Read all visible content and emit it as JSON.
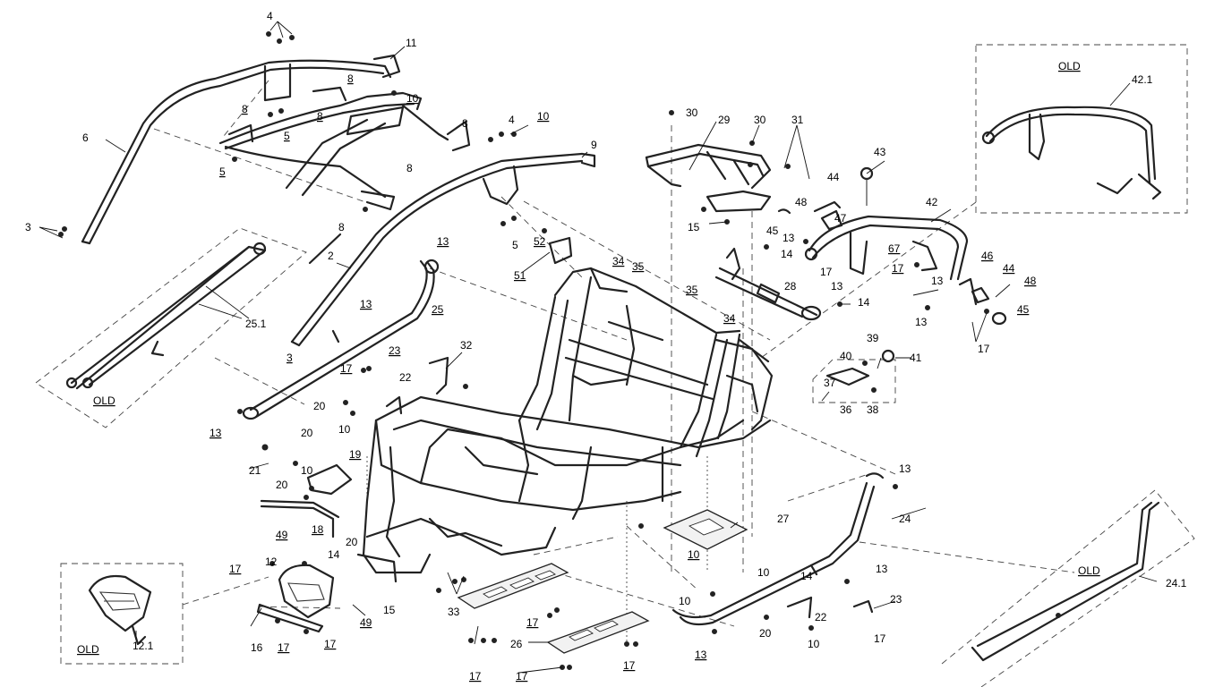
{
  "diagram": {
    "callouts": [
      {
        "id": "c1",
        "text": "4"
      },
      {
        "id": "c2",
        "text": "11"
      },
      {
        "id": "c3",
        "text": "8"
      },
      {
        "id": "c4",
        "text": "10"
      },
      {
        "id": "c5",
        "text": "8"
      },
      {
        "id": "c6",
        "text": "8"
      },
      {
        "id": "c7",
        "text": "5"
      },
      {
        "id": "c8",
        "text": "6"
      },
      {
        "id": "c9",
        "text": "5"
      },
      {
        "id": "c10",
        "text": "8"
      },
      {
        "id": "c11",
        "text": "8"
      },
      {
        "id": "c12",
        "text": "3"
      },
      {
        "id": "c13",
        "text": "4"
      },
      {
        "id": "c14",
        "text": "10"
      },
      {
        "id": "c15",
        "text": "9"
      },
      {
        "id": "c16",
        "text": "8"
      },
      {
        "id": "c17",
        "text": "5"
      },
      {
        "id": "c18",
        "text": "2"
      },
      {
        "id": "c19",
        "text": "13"
      },
      {
        "id": "c20",
        "text": "52"
      },
      {
        "id": "c21",
        "text": "51"
      },
      {
        "id": "c22",
        "text": "13"
      },
      {
        "id": "c23",
        "text": "25"
      },
      {
        "id": "c24",
        "text": "25.1"
      },
      {
        "id": "c25",
        "text": "3"
      },
      {
        "id": "c26",
        "text": "23"
      },
      {
        "id": "c27",
        "text": "32"
      },
      {
        "id": "c28",
        "text": "17"
      },
      {
        "id": "c29",
        "text": "22"
      },
      {
        "id": "c30",
        "text": "13"
      },
      {
        "id": "c31",
        "text": "20"
      },
      {
        "id": "c32",
        "text": "10"
      },
      {
        "id": "c33",
        "text": "20"
      },
      {
        "id": "c34",
        "text": "21"
      },
      {
        "id": "c35",
        "text": "10"
      },
      {
        "id": "c36",
        "text": "19"
      },
      {
        "id": "c37",
        "text": "20"
      },
      {
        "id": "c38",
        "text": "18"
      },
      {
        "id": "c39",
        "text": "49"
      },
      {
        "id": "c40",
        "text": "20"
      },
      {
        "id": "c41",
        "text": "17"
      },
      {
        "id": "c42",
        "text": "12"
      },
      {
        "id": "c43",
        "text": "14"
      },
      {
        "id": "c44",
        "text": "15"
      },
      {
        "id": "c45",
        "text": "49"
      },
      {
        "id": "c46",
        "text": "16"
      },
      {
        "id": "c47",
        "text": "17"
      },
      {
        "id": "c48",
        "text": "17"
      },
      {
        "id": "c49",
        "text": "33"
      },
      {
        "id": "c50",
        "text": "12.1"
      },
      {
        "id": "c51",
        "text": "26"
      },
      {
        "id": "c52",
        "text": "17"
      },
      {
        "id": "c53",
        "text": "17"
      },
      {
        "id": "c54",
        "text": "17"
      },
      {
        "id": "c55",
        "text": "17"
      },
      {
        "id": "c56",
        "text": "30"
      },
      {
        "id": "c57",
        "text": "29"
      },
      {
        "id": "c58",
        "text": "30"
      },
      {
        "id": "c59",
        "text": "31"
      },
      {
        "id": "c60",
        "text": "15"
      },
      {
        "id": "c61",
        "text": "34"
      },
      {
        "id": "c62",
        "text": "35"
      },
      {
        "id": "c63",
        "text": "35"
      },
      {
        "id": "c64",
        "text": "34"
      },
      {
        "id": "c65",
        "text": "44"
      },
      {
        "id": "c66",
        "text": "48"
      },
      {
        "id": "c67",
        "text": "47"
      },
      {
        "id": "c68",
        "text": "43"
      },
      {
        "id": "c69",
        "text": "45"
      },
      {
        "id": "c70",
        "text": "13"
      },
      {
        "id": "c71",
        "text": "14"
      },
      {
        "id": "c72",
        "text": "28"
      },
      {
        "id": "c73",
        "text": "14"
      },
      {
        "id": "c74",
        "text": "17"
      },
      {
        "id": "c75",
        "text": "13"
      },
      {
        "id": "c76",
        "text": "42"
      },
      {
        "id": "c77",
        "text": "67"
      },
      {
        "id": "c78",
        "text": "17"
      },
      {
        "id": "c79",
        "text": "13"
      },
      {
        "id": "c80",
        "text": "46"
      },
      {
        "id": "c81",
        "text": "44"
      },
      {
        "id": "c82",
        "text": "48"
      },
      {
        "id": "c83",
        "text": "45"
      },
      {
        "id": "c84",
        "text": "13"
      },
      {
        "id": "c85",
        "text": "17"
      },
      {
        "id": "c86",
        "text": "39"
      },
      {
        "id": "c87",
        "text": "40"
      },
      {
        "id": "c88",
        "text": "41"
      },
      {
        "id": "c89",
        "text": "37"
      },
      {
        "id": "c90",
        "text": "36"
      },
      {
        "id": "c91",
        "text": "38"
      },
      {
        "id": "c92",
        "text": "42.1"
      },
      {
        "id": "c93",
        "text": "13"
      },
      {
        "id": "c94",
        "text": "24"
      },
      {
        "id": "c95",
        "text": "27"
      },
      {
        "id": "c96",
        "text": "10"
      },
      {
        "id": "c97",
        "text": "10"
      },
      {
        "id": "c98",
        "text": "10"
      },
      {
        "id": "c99",
        "text": "13"
      },
      {
        "id": "c100",
        "text": "23"
      },
      {
        "id": "c101",
        "text": "22"
      },
      {
        "id": "c102",
        "text": "20"
      },
      {
        "id": "c103",
        "text": "10"
      },
      {
        "id": "c104",
        "text": "17"
      },
      {
        "id": "c105",
        "text": "13"
      },
      {
        "id": "c106",
        "text": "24.1"
      },
      {
        "id": "c107",
        "text": "14"
      }
    ],
    "old_labels": {
      "rear_bar": "OLD",
      "steering_guard": "OLD",
      "roof_bar": "OLD",
      "side_rail": "OLD"
    }
  }
}
